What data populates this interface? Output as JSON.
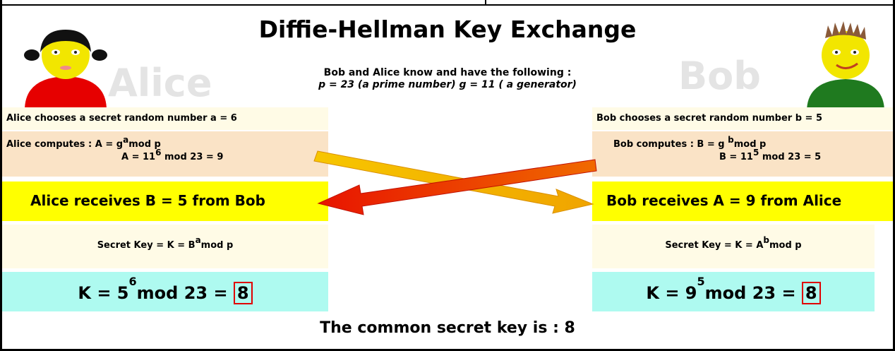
{
  "title": "Diffie-Hellman Key Exchange",
  "intro": {
    "line1": "Bob and Alice know and have the following :",
    "line2": "p = 23 (a prime number)  g = 11 ( a generator)"
  },
  "alice": {
    "name": "Alice",
    "choose": "Alice chooses a secret random number a = 6",
    "compute_line1_pre": "Alice computes : A = g",
    "compute_line1_exp": "a",
    "compute_line1_post": "mod p",
    "compute_line2_pre": "A = 11",
    "compute_line2_exp": "6",
    "compute_line2_post": " mod 23 = 9",
    "receives": "Alice receives B = 5 from Bob",
    "secret_pre": "Secret Key = K = B",
    "secret_exp": "a",
    "secret_post": "mod p",
    "k_pre": "K = 5",
    "k_exp": "6",
    "k_post": "mod 23 = ",
    "k_value": "8"
  },
  "bob": {
    "name": "Bob",
    "choose": "Bob chooses a secret random number b = 5",
    "compute_line1_pre": "Bob computes : B = g ",
    "compute_line1_exp": "b",
    "compute_line1_post": "mod p",
    "compute_line2_pre": "B = 11",
    "compute_line2_exp": "5",
    "compute_line2_post": " mod 23 = 5",
    "receives": "Bob receives A = 9 from Alice",
    "secret_pre": "Secret Key = K = A",
    "secret_exp": "b",
    "secret_post": "mod p",
    "k_pre": "K = 9",
    "k_exp": "5",
    "k_post": "mod 23 = ",
    "k_value": "8"
  },
  "common": "The common secret key is : 8",
  "colors": {
    "cream": "#fffbe6",
    "peach": "#fae3c6",
    "yellow": "#ffff00",
    "cyan": "#aefaf0",
    "key_border": "#e00000",
    "arrow_orange": "#f5b800",
    "arrow_red": "#ee2200"
  },
  "icons": [
    "alice-avatar-icon",
    "bob-avatar-icon",
    "arrow-alice-to-bob-icon",
    "arrow-bob-to-alice-icon"
  ]
}
